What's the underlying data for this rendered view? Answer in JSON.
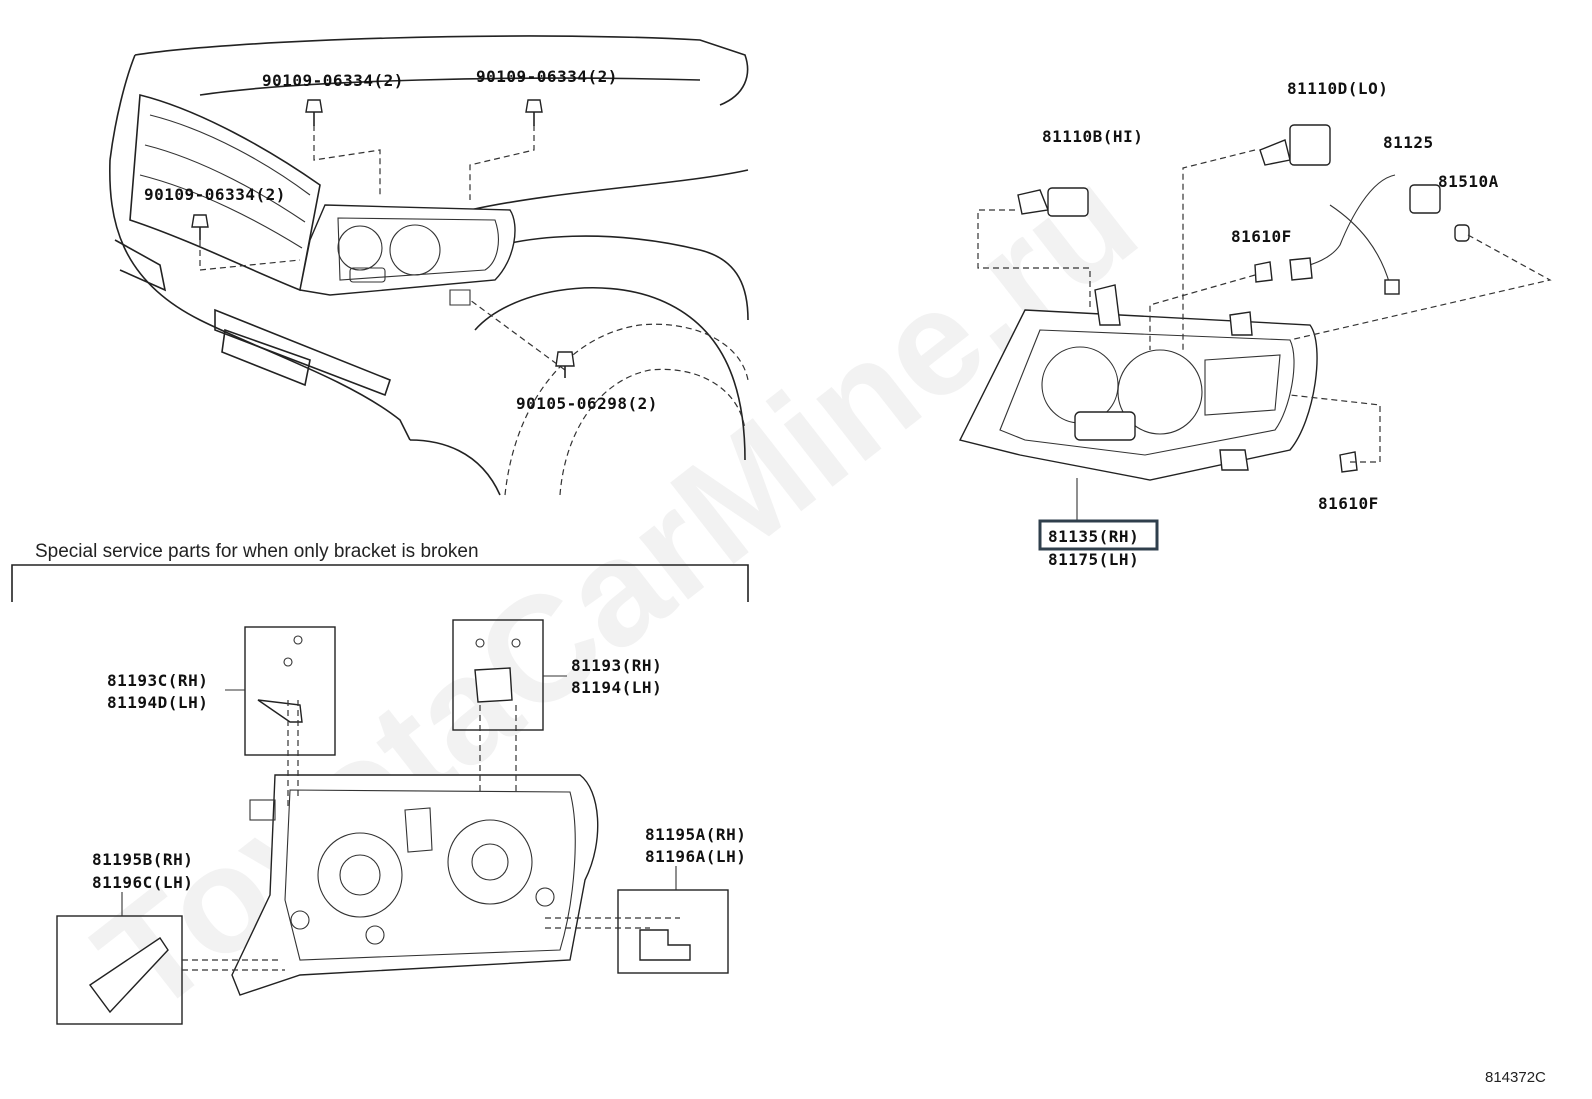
{
  "watermark": "ToyotaCarMine.ru",
  "figure_id": "814372C",
  "special_service_heading": "Special service parts for when only bracket is broken",
  "callouts": {
    "bolt_top_left": "90109-06334(2)",
    "bolt_top_right": "90109-06334(2)",
    "bolt_grille": "90109-06334(2)",
    "bolt_fender": "90105-06298(2)",
    "bulb_hi": "81110B(HI)",
    "bulb_lo": "81110D(LO)",
    "socket": "81125",
    "bulb_81510a": "81510A",
    "bulb_81610f_upper": "81610F",
    "bulb_81610f_lower": "81610F",
    "headlamp_rh": "81135(RH)",
    "headlamp_lh": "81175(LH)",
    "bracket_81193c_rh": "81193C(RH)",
    "bracket_81194d_lh": "81194D(LH)",
    "bracket_81193_rh": "81193(RH)",
    "bracket_81194_lh": "81194(LH)",
    "bracket_81195b_rh": "81195B(RH)",
    "bracket_81196c_lh": "81196C(LH)",
    "bracket_81195a_rh": "81195A(RH)",
    "bracket_81196a_lh": "81196A(LH)"
  },
  "selected_part": "81135(RH)"
}
